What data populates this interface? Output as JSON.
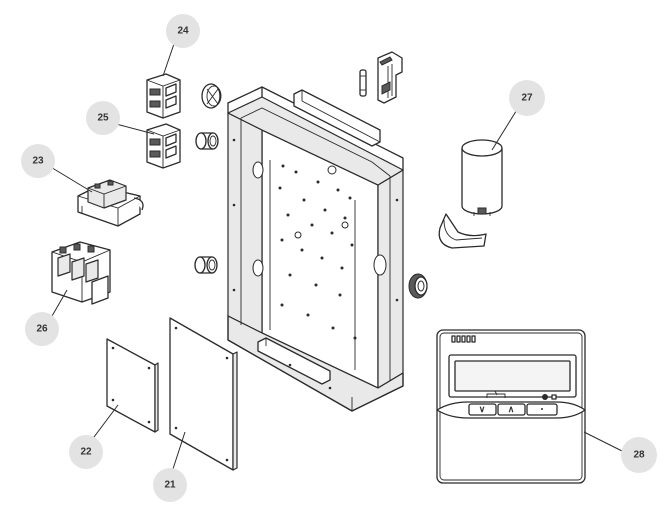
{
  "callouts": [
    {
      "id": "c24",
      "label": "24",
      "part": "terminal-block-upper"
    },
    {
      "id": "c25",
      "label": "25",
      "part": "terminal-block-lower"
    },
    {
      "id": "c23",
      "label": "23",
      "part": "transformer"
    },
    {
      "id": "c26",
      "label": "26",
      "part": "contactor-relay"
    },
    {
      "id": "c27",
      "label": "27",
      "part": "capacitor"
    },
    {
      "id": "c22",
      "label": "22",
      "part": "small-cover-plate"
    },
    {
      "id": "c21",
      "label": "21",
      "part": "large-cover-plate"
    },
    {
      "id": "c28",
      "label": "28",
      "part": "wired-controller"
    }
  ],
  "colors": {
    "line": "#2b2b2b",
    "callout_fill": "#e3e3e3",
    "display_fill": "#f4f4f4"
  }
}
